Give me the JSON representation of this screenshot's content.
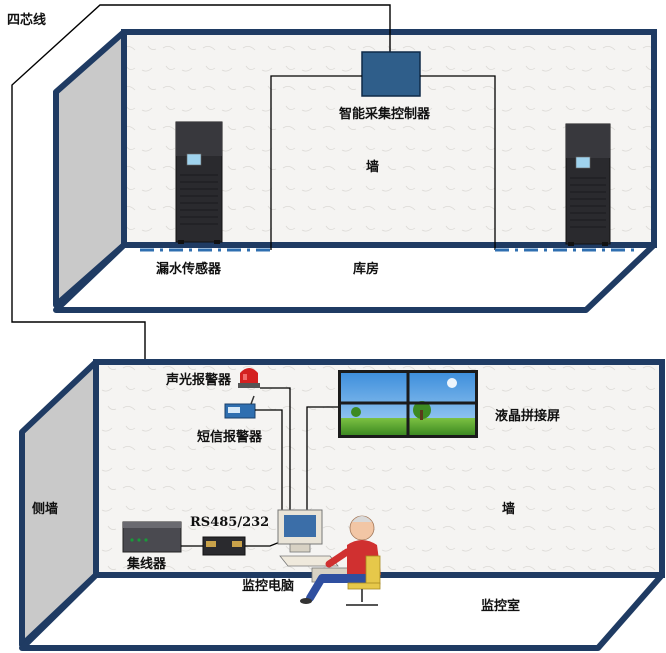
{
  "labels": {
    "four_core_wire": "四芯线",
    "smart_controller": "智能采集控制器",
    "wall_top": "墙",
    "leak_sensor": "漏水传感器",
    "warehouse": "库房",
    "sound_light_alarm": "声光报警器",
    "sms_alarm": "短信报警器",
    "lcd_wall": "液晶拼接屏",
    "side_wall": "侧墙",
    "rs485": "RS485/232",
    "wall_bottom": "墙",
    "hub": "集线器",
    "monitor_pc": "监控电脑",
    "monitor_room": "监控室"
  },
  "colors": {
    "wall_frame": "#1f3b63",
    "side_panel": "#c9c9c9",
    "room_bg": "#f4f3f1",
    "controller_box": "#2f5e8a",
    "leak_line": "#2f6fb0",
    "cabinet": "#2a2a2e",
    "alarm_red": "#d42020",
    "sky": "#4f9fe0",
    "grass": "#5aa632"
  }
}
